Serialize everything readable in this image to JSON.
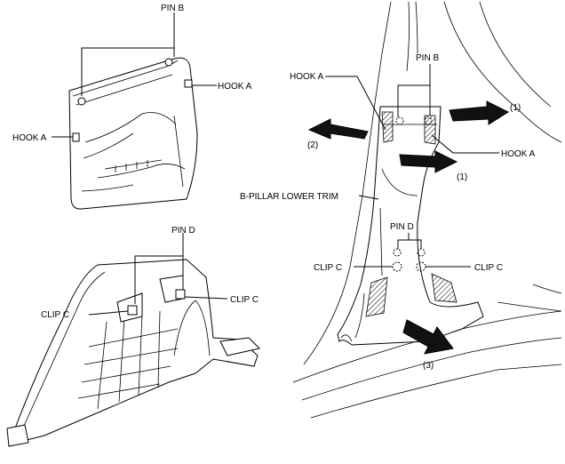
{
  "labels": {
    "pin_b_top": "PIN B",
    "hook_a_right_top": "HOOK A",
    "hook_a_left_top": "HOOK A",
    "pin_d_bottom": "PIN D",
    "clip_c_right_bottom": "CLIP C",
    "clip_c_left_bottom": "CLIP C",
    "hook_a_main_left": "HOOK A",
    "pin_b_main": "PIN B",
    "hook_a_main_right": "HOOK A",
    "step_1_top": "(1)",
    "step_2": "(2)",
    "step_1_mid": "(1)",
    "b_pillar_trim": "B-PILLAR LOWER TRIM",
    "pin_d_main": "PIN D",
    "clip_c_main_left": "CLIP C",
    "clip_c_main_right": "CLIP C",
    "step_3": "(3)"
  },
  "colors": {
    "line": "#000000",
    "arrow_fill": "#111111",
    "background": "#ffffff"
  }
}
